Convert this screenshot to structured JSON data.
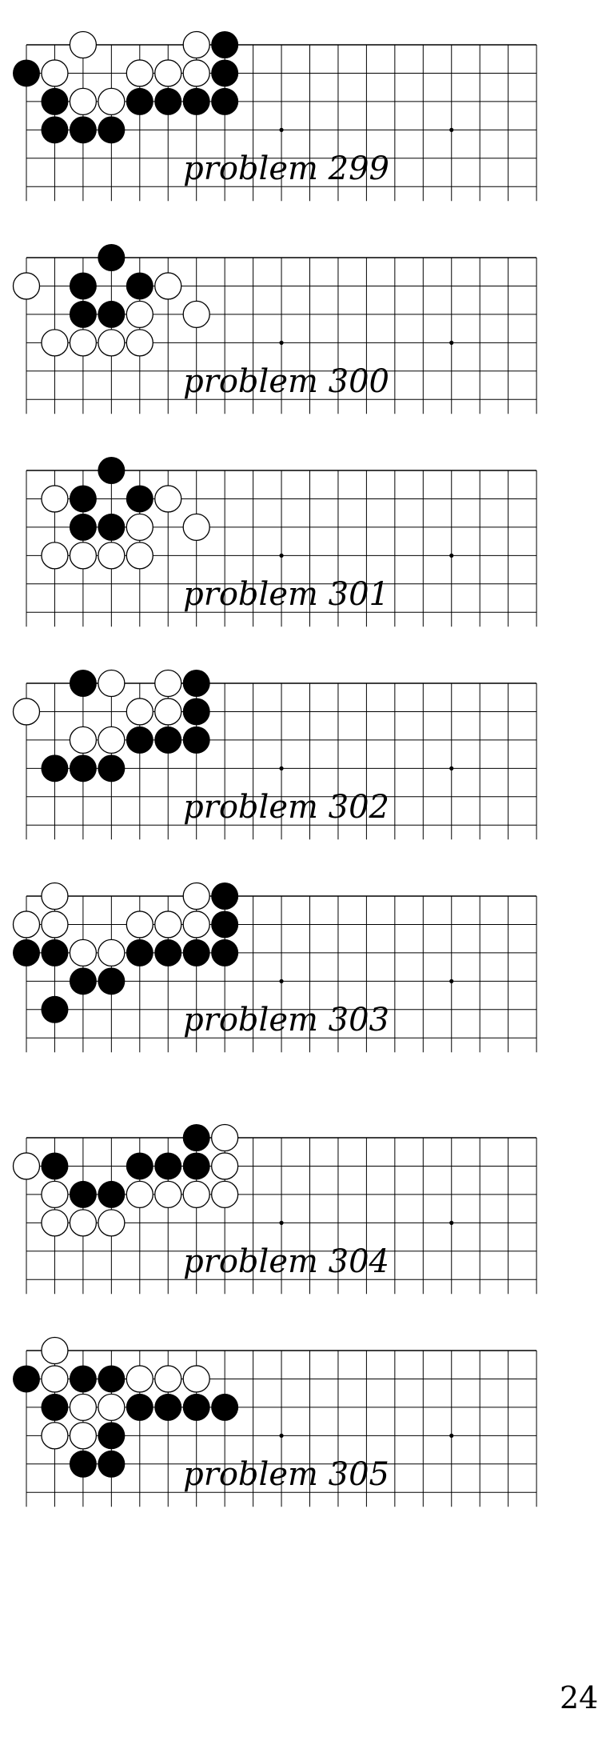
{
  "page_number": "24",
  "board": {
    "columns": 19,
    "rows_shown": 6,
    "star_points": [
      [
        9,
        3
      ],
      [
        15,
        3
      ]
    ]
  },
  "colors": {
    "line": "#000000",
    "black_stone": "#000000",
    "white_stone": "#ffffff",
    "background": "#ffffff"
  },
  "problems": [
    {
      "caption": "problem 299",
      "black": [
        [
          7,
          0
        ],
        [
          0,
          1
        ],
        [
          7,
          1
        ],
        [
          1,
          2
        ],
        [
          4,
          2
        ],
        [
          5,
          2
        ],
        [
          6,
          2
        ],
        [
          7,
          2
        ],
        [
          1,
          3
        ],
        [
          2,
          3
        ],
        [
          3,
          3
        ]
      ],
      "white": [
        [
          2,
          0
        ],
        [
          6,
          0
        ],
        [
          1,
          1
        ],
        [
          4,
          1
        ],
        [
          5,
          1
        ],
        [
          6,
          1
        ],
        [
          2,
          2
        ],
        [
          3,
          2
        ]
      ]
    },
    {
      "caption": "problem 300",
      "black": [
        [
          3,
          0
        ],
        [
          2,
          1
        ],
        [
          4,
          1
        ],
        [
          2,
          2
        ],
        [
          3,
          2
        ]
      ],
      "white": [
        [
          0,
          1
        ],
        [
          5,
          1
        ],
        [
          4,
          2
        ],
        [
          6,
          2
        ],
        [
          1,
          3
        ],
        [
          2,
          3
        ],
        [
          3,
          3
        ],
        [
          4,
          3
        ]
      ]
    },
    {
      "caption": "problem 301",
      "black": [
        [
          3,
          0
        ],
        [
          2,
          1
        ],
        [
          4,
          1
        ],
        [
          2,
          2
        ],
        [
          3,
          2
        ]
      ],
      "white": [
        [
          1,
          1
        ],
        [
          5,
          1
        ],
        [
          4,
          2
        ],
        [
          6,
          2
        ],
        [
          1,
          3
        ],
        [
          2,
          3
        ],
        [
          3,
          3
        ],
        [
          4,
          3
        ]
      ]
    },
    {
      "caption": "problem 302",
      "black": [
        [
          2,
          0
        ],
        [
          6,
          0
        ],
        [
          6,
          1
        ],
        [
          4,
          2
        ],
        [
          5,
          2
        ],
        [
          6,
          2
        ],
        [
          1,
          3
        ],
        [
          2,
          3
        ],
        [
          3,
          3
        ]
      ],
      "white": [
        [
          3,
          0
        ],
        [
          5,
          0
        ],
        [
          0,
          1
        ],
        [
          4,
          1
        ],
        [
          5,
          1
        ],
        [
          2,
          2
        ],
        [
          3,
          2
        ]
      ]
    },
    {
      "caption": "problem 303",
      "black": [
        [
          7,
          0
        ],
        [
          7,
          1
        ],
        [
          0,
          2
        ],
        [
          1,
          2
        ],
        [
          4,
          2
        ],
        [
          5,
          2
        ],
        [
          6,
          2
        ],
        [
          7,
          2
        ],
        [
          2,
          3
        ],
        [
          3,
          3
        ],
        [
          1,
          4
        ]
      ],
      "white": [
        [
          1,
          0
        ],
        [
          6,
          0
        ],
        [
          0,
          1
        ],
        [
          1,
          1
        ],
        [
          4,
          1
        ],
        [
          5,
          1
        ],
        [
          6,
          1
        ],
        [
          2,
          2
        ],
        [
          3,
          2
        ]
      ]
    },
    {
      "caption": "problem 304",
      "black": [
        [
          6,
          0
        ],
        [
          1,
          1
        ],
        [
          4,
          1
        ],
        [
          5,
          1
        ],
        [
          6,
          1
        ],
        [
          2,
          2
        ],
        [
          3,
          2
        ]
      ],
      "white": [
        [
          7,
          0
        ],
        [
          0,
          1
        ],
        [
          7,
          1
        ],
        [
          1,
          2
        ],
        [
          4,
          2
        ],
        [
          5,
          2
        ],
        [
          6,
          2
        ],
        [
          7,
          2
        ],
        [
          1,
          3
        ],
        [
          2,
          3
        ],
        [
          3,
          3
        ]
      ]
    },
    {
      "caption": "problem 305",
      "black": [
        [
          0,
          1
        ],
        [
          2,
          1
        ],
        [
          3,
          1
        ],
        [
          1,
          2
        ],
        [
          4,
          2
        ],
        [
          5,
          2
        ],
        [
          6,
          2
        ],
        [
          7,
          2
        ],
        [
          3,
          3
        ],
        [
          2,
          4
        ],
        [
          3,
          4
        ]
      ],
      "white": [
        [
          1,
          0
        ],
        [
          1,
          1
        ],
        [
          4,
          1
        ],
        [
          5,
          1
        ],
        [
          6,
          1
        ],
        [
          2,
          2
        ],
        [
          3,
          2
        ],
        [
          1,
          3
        ],
        [
          2,
          3
        ]
      ]
    }
  ]
}
